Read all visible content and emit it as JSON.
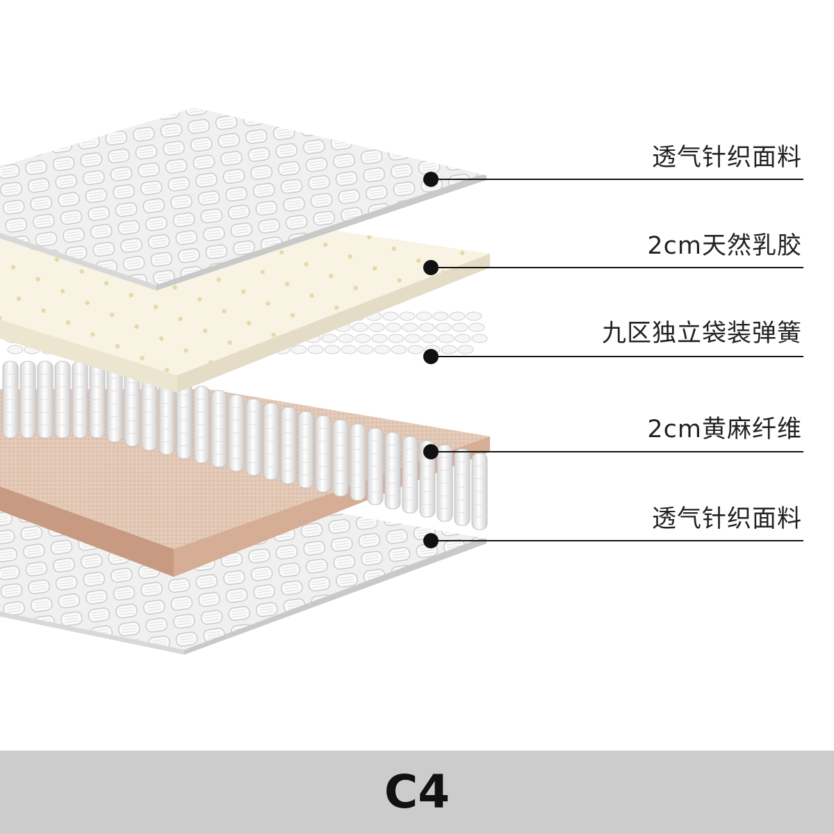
{
  "layers": [
    {
      "label": "透气针织面料"
    },
    {
      "label": "2cm天然乳胶"
    },
    {
      "label": "九区独立袋装弹簧"
    },
    {
      "label": "2cm黄麻纤维"
    },
    {
      "label": "透气针织面料"
    }
  ],
  "model": {
    "code": "C4"
  },
  "colors": {
    "fabric": "#f2f2f2",
    "latex": "#f7f2e2",
    "springs": "#ececec",
    "jute": "#e2c6b5",
    "bottom_bar": "#cccccc",
    "callout": "#111111"
  }
}
